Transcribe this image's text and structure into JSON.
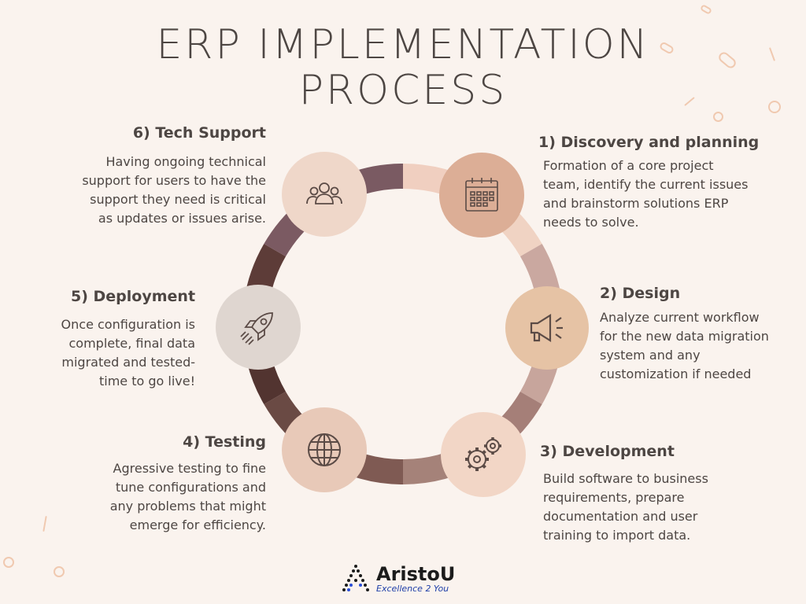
{
  "title": {
    "line1": "ERP IMPLEMENTATION",
    "line2": "PROCESS"
  },
  "steps": [
    {
      "title": "1) Discovery and planning",
      "desc": "Formation of a core project\nteam, identify the current issues\nand brainstorm solutions ERP\nneeds to solve.",
      "icon": "calendar-icon",
      "color": "#dcae96"
    },
    {
      "title": "2) Design",
      "desc": "Analyze current workflow\nfor the new data migration\nsystem and any\ncustomization if needed",
      "icon": "megaphone-icon",
      "color": "#e6c3a5"
    },
    {
      "title": "3) Development",
      "desc": "Build software to business\nrequirements, prepare\ndocumentation and user\ntraining to import data.",
      "icon": "gears-icon",
      "color": "#f2d6c6"
    },
    {
      "title": "4) Testing",
      "desc": "Agressive testing to fine\ntune configurations  and\nany problems that might\nemerge for efficiency.",
      "icon": "globe-icon",
      "color": "#e8c9b8"
    },
    {
      "title": "5) Deployment",
      "desc": "Once configuration is\ncomplete, final data\nmigrated and tested-\ntime to go live!",
      "icon": "rocket-icon",
      "color": "#dfd6d0"
    },
    {
      "title": "6) Tech Support",
      "desc": "Having ongoing technical\nsupport for users to have the\nsupport they need is critical\nas updates or issues arise.",
      "icon": "users-icon",
      "color": "#efd7c9"
    }
  ],
  "logo": {
    "name": "AristoU",
    "tagline": "Excellence 2 You"
  },
  "colors": {
    "background": "#faf3ee",
    "text": "#4d4643"
  }
}
